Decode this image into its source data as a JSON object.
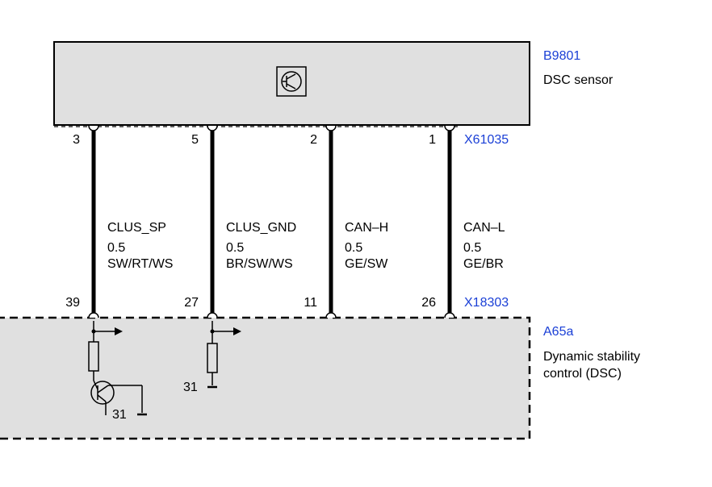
{
  "sensor": {
    "id": "B9801",
    "name": "DSC sensor"
  },
  "control_unit": {
    "id": "A65a",
    "name_line1": "Dynamic stability",
    "name_line2": "control (DSC)"
  },
  "connectors": {
    "top": "X61035",
    "bottom": "X18303"
  },
  "wires": [
    {
      "pin_top": "3",
      "pin_bottom": "39",
      "signal": "CLUS_SP",
      "size": "0.5",
      "color": "SW/RT/WS"
    },
    {
      "pin_top": "5",
      "pin_bottom": "27",
      "signal": "CLUS_GND",
      "size": "0.5",
      "color": "BR/SW/WS"
    },
    {
      "pin_top": "2",
      "pin_bottom": "11",
      "signal": "CAN–H",
      "size": "0.5",
      "color": "GE/SW"
    },
    {
      "pin_top": "1",
      "pin_bottom": "26",
      "signal": "CAN–L",
      "size": "0.5",
      "color": "GE/BR"
    }
  ],
  "grounds": {
    "left": "31",
    "right": "31"
  },
  "colors": {
    "box_fill": "#e0e0e0",
    "link": "#1a3fd6",
    "wire": "#000000"
  }
}
